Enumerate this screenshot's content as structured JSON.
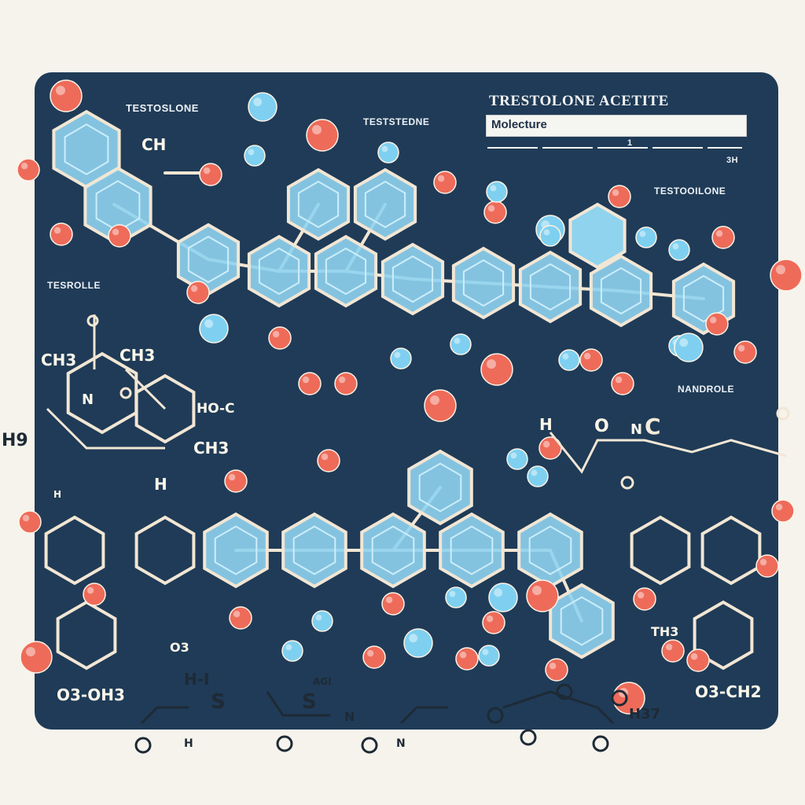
{
  "title": "TRESTOLONE ACETITE",
  "search_box": "Molecture",
  "scale_mark": "1",
  "labels": {
    "top_left": "TESTOSLONE",
    "top_mid": "TESTSTEDNE",
    "right_upper": "TESTOOILONE",
    "corner_code": "3H",
    "left_mid": "TESROLLE",
    "right_mid": "NANDROLE",
    "ch_top": "CH",
    "ch3_left": "CH3",
    "ch3_right": "CH3",
    "ch3_bottom": "CH3",
    "n_label": "N",
    "hoc": "HO-C",
    "h9": "H9",
    "h_left": "H",
    "h_mid": "H",
    "h_upper_right": "H",
    "th3": "TH3",
    "o_ch2": "O3-CH2",
    "o_oh3": "O3-OH3",
    "o3": "O3",
    "h_i": "H-I",
    "s_left": "S",
    "s_right": "S",
    "ag": "AGI",
    "n_bottom": "N",
    "n_bottom2": "N",
    "h_bottom": "H",
    "h37": "H37",
    "o_top": "O",
    "c_ring": "C",
    "n_mid_right": "N"
  },
  "colors": {
    "panel": "#1f3b57",
    "background": "#f6f3ec",
    "ring_fill": "#8fd3ef",
    "atom_red": "#ee6b5a",
    "atom_blue": "#7fd0f0",
    "bond": "#f2e6d4"
  }
}
